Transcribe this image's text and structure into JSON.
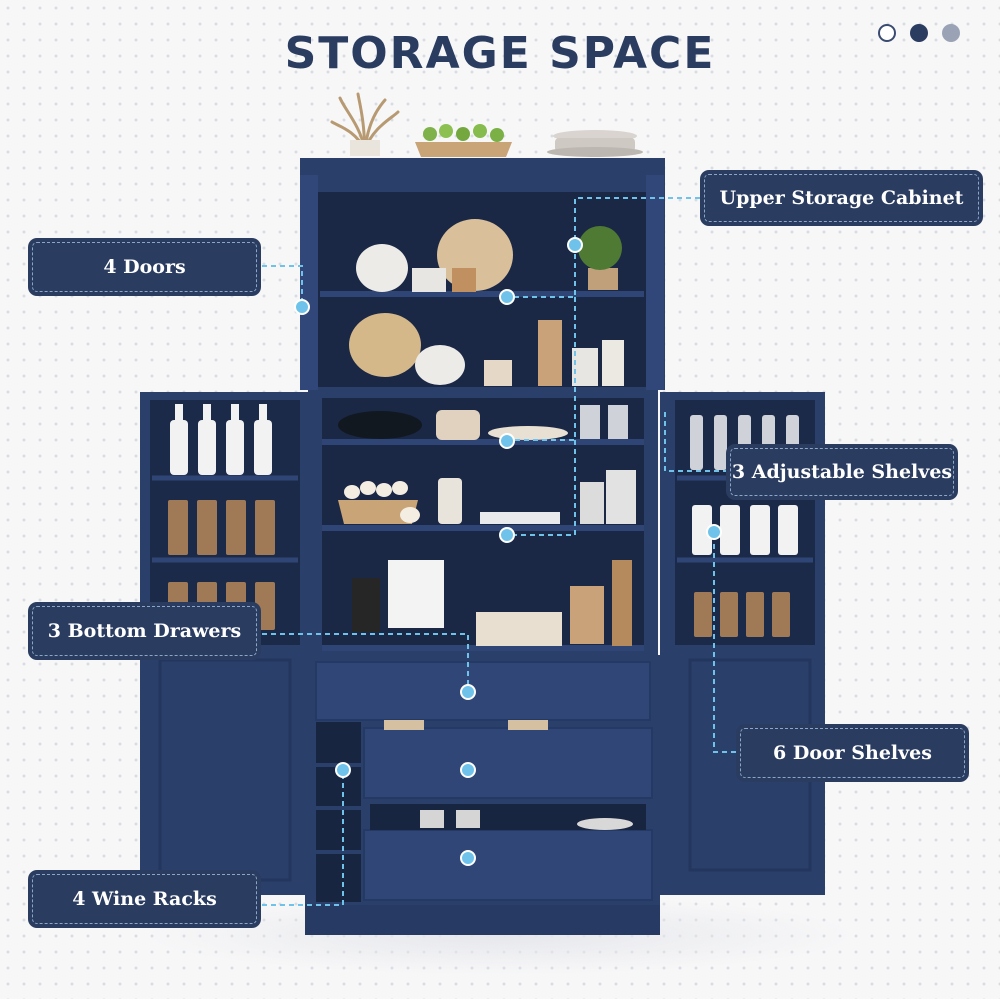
{
  "title": "STORAGE SPACE",
  "pager": {
    "dots": [
      "outline",
      "active",
      "inactive"
    ]
  },
  "callouts": {
    "upper_storage_cabinet": "Upper Storage Cabinet",
    "four_doors": "4 Doors",
    "adjustable_shelves": "3 Adjustable Shelves",
    "bottom_drawers": "3 Bottom Drawers",
    "door_shelves": "6 Door Shelves",
    "wine_racks": "4 Wine Racks"
  },
  "colors": {
    "cabinet": "#2b3f6b",
    "cabinet_dark": "#1f2f52",
    "label_bg": "#2b3c61",
    "connector": "#6fc3ea",
    "title": "#2b3c61"
  }
}
